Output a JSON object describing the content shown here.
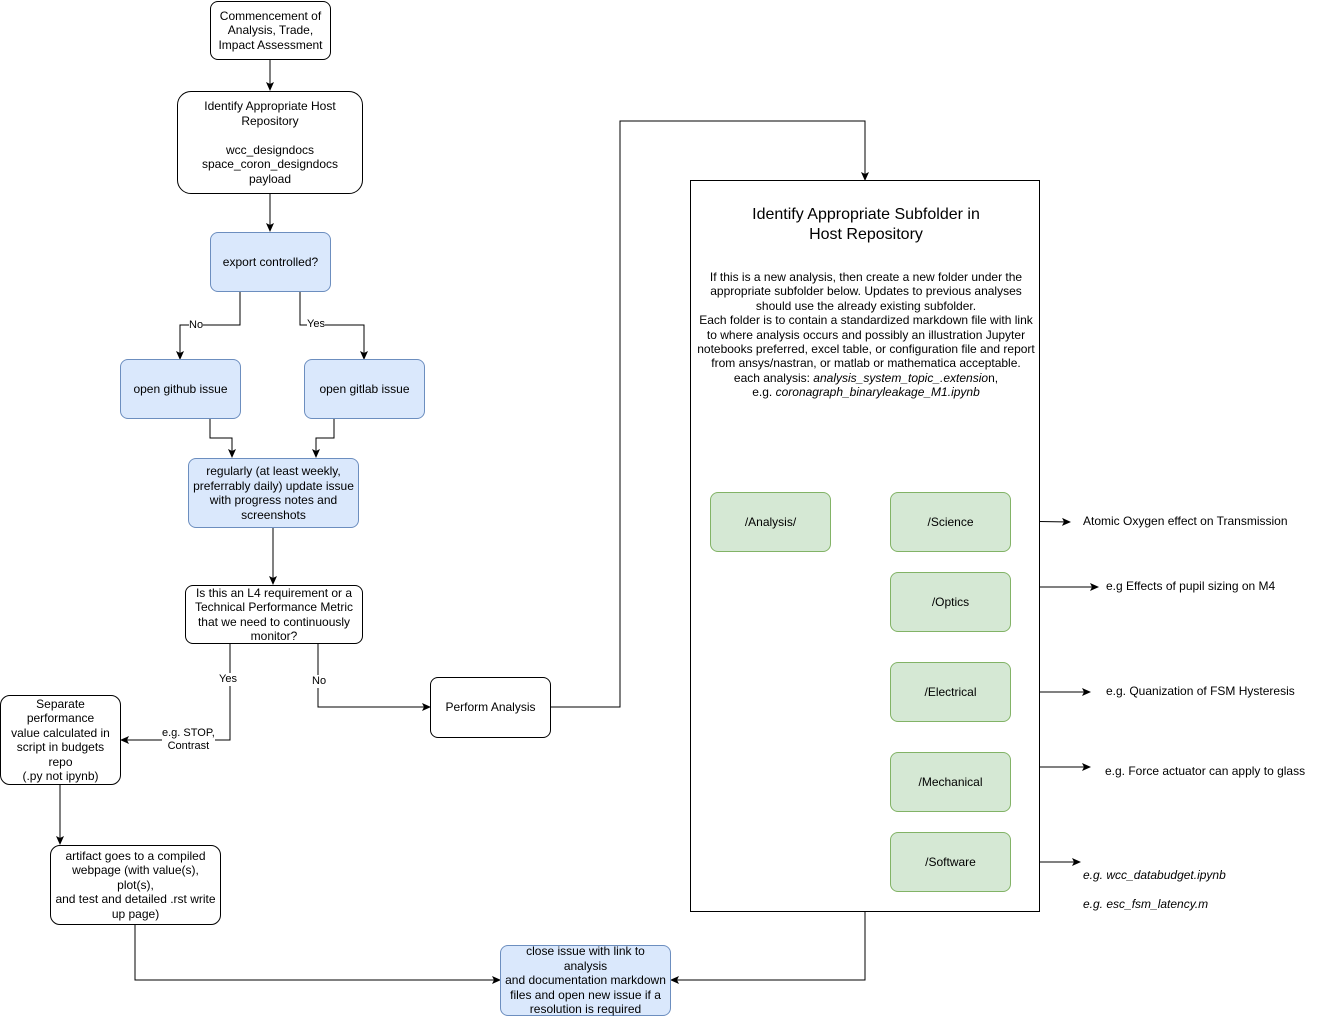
{
  "nodes": {
    "commencement": "Commencement of\nAnalysis, Trade,\nImpact Assessment",
    "host_repo": "Identify Appropriate Host\nRepository\n\nwcc_designdocs\nspace_coron_designdocs\npayload",
    "export_controlled": "export controlled?",
    "github_issue": "open github issue",
    "gitlab_issue": "open gitlab issue",
    "update_issue": "regularly (at least weekly,\npreferrably daily) update issue\nwith progress notes and\nscreenshots",
    "l4_question": "Is this an L4 requirement or a\nTechnical Performance Metric\nthat we need to continuously\nmonitor?",
    "separate_perf": "Separate\nperformance\nvalue calculated in\nscript in budgets repo\n(.py not ipynb)",
    "artifact": "artifact goes to a compiled\nwebpage (with value(s), plot(s),\nand test and detailed .rst write\nup page)",
    "perform_analysis": "Perform Analysis",
    "close_issue": "close issue with link to analysis\nand documentation markdown\nfiles and open new issue if a\nresolution is required",
    "analysis": "/Analysis/",
    "science": "/Science",
    "optics": "/Optics",
    "electrical": "/Electrical",
    "mechanical": "/Mechanical",
    "software": "/Software"
  },
  "edge_labels": {
    "no_github": "No",
    "yes_gitlab": "Yes",
    "yes_l4": "Yes",
    "no_l4": "No",
    "stop_contrast": "e.g. STOP,\nContrast"
  },
  "subfolder_panel": {
    "title": "Identify Appropriate Subfolder in\nHost Repository",
    "description_main": "If this is a new analysis, then create a new folder under the appropriate subfolder below. Updates to previous analyses should use the already existing subfolder.\nEach folder is to contain a standardized markdown file with link to where analysis occurs and possibly an illustration Jupyter notebooks preferred, excel table, or configuration file and report from ansys/nastran, or matlab or mathematica acceptable.\neach analysis: ",
    "pattern_italic": "analysis_system_topic_.extensio",
    "pattern_suffix": "n,",
    "example_prefix": "e.g. ",
    "example_italic": "coronagraph_binaryleakage_M1.ipynb"
  },
  "examples": {
    "science": "Atomic Oxygen effect on Transmission",
    "optics": "e.g Effects of pupil sizing on M4",
    "electrical": "e.g. Quanization of FSM Hysteresis",
    "mechanical": "e.g. Force actuator can apply to glass",
    "software_1": "e.g. wcc_databudget.ipynb",
    "software_2": "e.g. esc_fsm_latency.m"
  },
  "colors": {
    "blue_fill": "#dae8fc",
    "blue_stroke": "#6c8ebf",
    "green_fill": "#d5e8d4",
    "green_stroke": "#82b366",
    "edge": "#000000"
  }
}
